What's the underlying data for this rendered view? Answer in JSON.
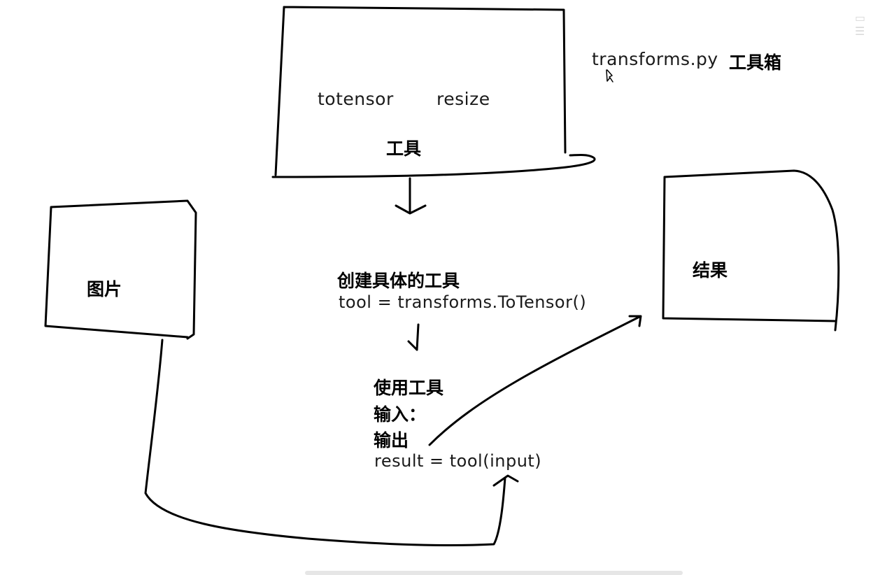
{
  "toolbox": {
    "filename": "transforms.py",
    "label": "工具箱",
    "items": [
      "totensor",
      "resize"
    ],
    "box_label": "工具"
  },
  "image_box": {
    "label": "图片"
  },
  "result_box": {
    "label": "结果"
  },
  "create_step": {
    "heading": "创建具体的工具",
    "code": "tool = transforms.ToTensor()"
  },
  "use_step": {
    "heading": "使用工具",
    "input_label": "输入：",
    "output_label": "输出",
    "code": "result = tool(input)"
  },
  "colors": {
    "ink": "#000000",
    "background": "#ffffff"
  },
  "icons": {
    "cursor": "cursor-icon",
    "corner_window": "window-controls-icon"
  }
}
